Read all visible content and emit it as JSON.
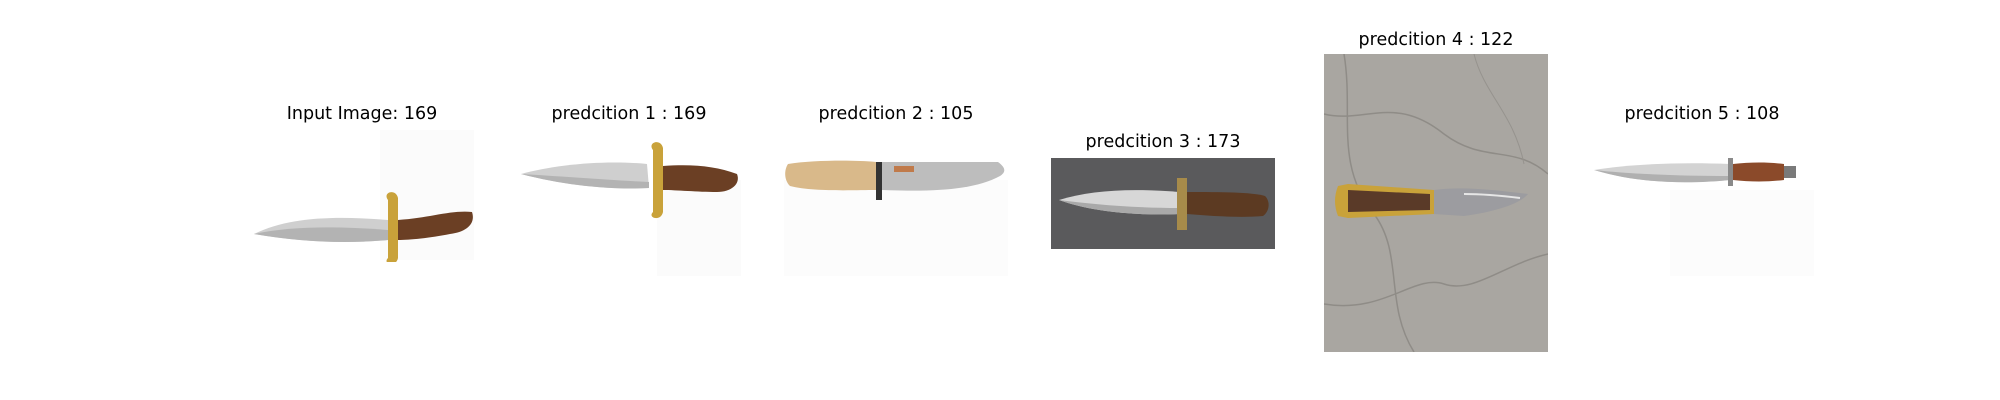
{
  "panels": [
    {
      "title": "Input Image: 169",
      "background": "white",
      "subject": "bowie-knife-brass-guard"
    },
    {
      "title": "predcition 1 : 169",
      "background": "white",
      "subject": "bowie-knife-brass-guard"
    },
    {
      "title": "predcition 2 : 105",
      "background": "white",
      "subject": "bowie-knife-wood-handle"
    },
    {
      "title": "predcition 3 : 173",
      "background": "dark-gray-photo",
      "subject": "bowie-knife-leather-handle"
    },
    {
      "title": "predcition 4 : 122",
      "background": "concrete-floor-photo",
      "subject": "folding-lock-knife"
    },
    {
      "title": "predcition 5 : 108",
      "background": "white",
      "subject": "fixed-blade-stacked-leather-handle"
    }
  ],
  "colors": {
    "blade": "#c9c9c9",
    "brass": "#c9a23a",
    "wood_dark": "#6b3f24",
    "wood_light": "#d9b98a",
    "photo_dark": "#5a5a5c",
    "concrete": "#a9a6a1"
  }
}
